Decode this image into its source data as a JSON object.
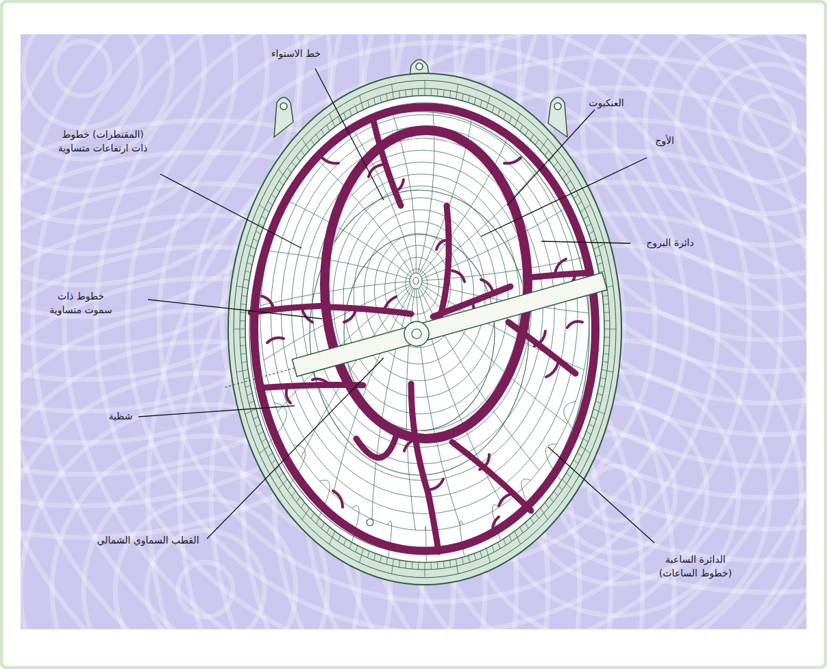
{
  "diagram": {
    "labels": [
      "خط الاستواء",
      "العنكبوت",
      "الأوج",
      "دائرة البروج",
      "(المقنطرات) خطوط ذات ارتفاعات متساوية",
      "خطوط ذات سموت متساوية",
      "شظية",
      "القطب السماوي الشمالي",
      "الدائرة الساعية (خطوط الساعات)"
    ]
  }
}
